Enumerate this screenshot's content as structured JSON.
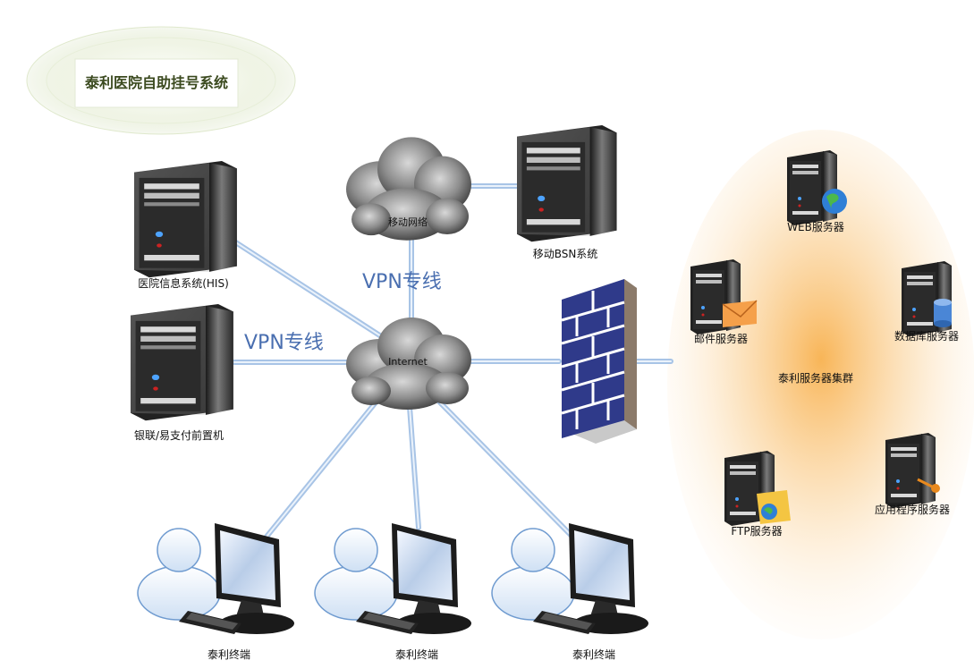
{
  "title": "泰利医院自助挂号系统",
  "nodes": {
    "his": "医院信息系统(HIS)",
    "unionpay": "银联/易支付前置机",
    "mobile_net": "移动网络",
    "bsn": "移动BSN系统",
    "internet": "Internet",
    "web": "WEB服务器",
    "mail": "邮件服务器",
    "db": "数据库服务器",
    "ftp": "FTP服务器",
    "app": "应用程序服务器",
    "cluster": "泰利服务器集群",
    "terminal1": "泰利终端",
    "terminal2": "泰利终端",
    "terminal3": "泰利终端"
  },
  "vpn_labels": {
    "top": "VPN专线",
    "left": "VPN专线"
  },
  "colors": {
    "link": "#a8c4e6",
    "vpn_text": "#4a6fb0",
    "firewall": "#2f3a8a",
    "cluster_glow": "#f7b24a"
  }
}
